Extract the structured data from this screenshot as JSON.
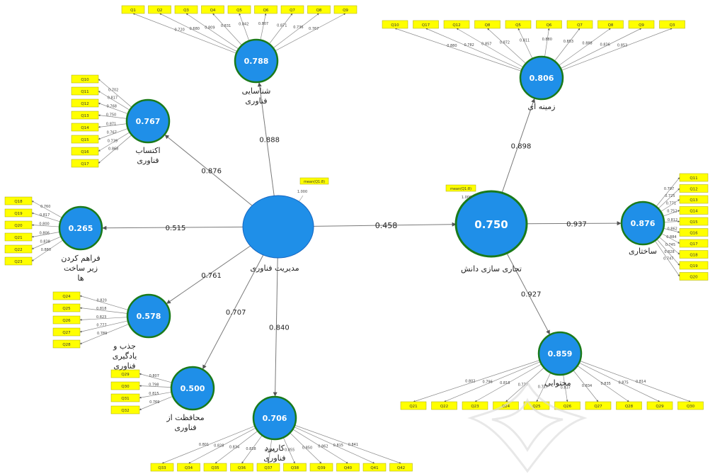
{
  "model": {
    "root_label": "مدیریت فناوری",
    "root_badge": "mean(Q1:8)",
    "root_badge_value": "1.000",
    "target": {
      "label": "تجاری سازی دانش",
      "r2": "0.750",
      "badge": "mean(Q1:8)",
      "badge_value": "1.000"
    },
    "path_to_target": "0.458"
  },
  "constructs": [
    {
      "id": "c_shenasaei",
      "label": [
        "شناسایی",
        "فناوری"
      ],
      "r2": "0.788",
      "path": "0.888",
      "parent": "root",
      "items": [
        "Q1",
        "Q2",
        "Q3",
        "Q4",
        "Q5",
        "Q6",
        "Q7",
        "Q8",
        "Q9"
      ],
      "loadings": [
        "0.720",
        "0.680",
        "0.809",
        "0.831",
        "0.842",
        "0.807",
        "0.871",
        "0.736",
        "0.767"
      ]
    },
    {
      "id": "c_ektesab",
      "label": [
        "اکتساب",
        "فناوری"
      ],
      "r2": "0.767",
      "path": "0.876",
      "parent": "root",
      "items": [
        "Q10",
        "Q11",
        "Q12",
        "Q13",
        "Q14",
        "Q15",
        "Q16",
        "Q17"
      ],
      "loadings": [
        "0.702",
        "0.817",
        "0.768",
        "0.750",
        "0.871",
        "0.767",
        "0.739",
        "0.868"
      ]
    },
    {
      "id": "c_faraham",
      "label": [
        "فراهم کردن",
        "زیر ساخت",
        "ها"
      ],
      "r2": "0.265",
      "path": "0.515",
      "parent": "root",
      "items": [
        "Q18",
        "Q19",
        "Q20",
        "Q21",
        "Q22",
        "Q23"
      ],
      "loadings": [
        "0.760",
        "0.817",
        "0.800",
        "0.806",
        "0.838",
        "0.880"
      ]
    },
    {
      "id": "c_jazb",
      "label": [
        "جذب و",
        "یادگیری",
        "فناوری"
      ],
      "r2": "0.578",
      "path": "0.761",
      "parent": "root",
      "items": [
        "Q24",
        "Q25",
        "Q26",
        "Q27",
        "Q28"
      ],
      "loadings": [
        "0.820",
        "0.818",
        "0.823",
        "0.777",
        "0.789"
      ]
    },
    {
      "id": "c_mohafezat",
      "label": [
        "محافظت از",
        "فناوری"
      ],
      "r2": "0.500",
      "path": "0.707",
      "parent": "root",
      "items": [
        "Q29",
        "Q30",
        "Q31",
        "Q32"
      ],
      "loadings": [
        "0.807",
        "0.798",
        "0.815",
        "0.769"
      ]
    },
    {
      "id": "c_karbord",
      "label": [
        "کاربرد",
        "فناوری"
      ],
      "r2": "0.706",
      "path": "0.840",
      "parent": "root",
      "items": [
        "Q33",
        "Q34",
        "Q35",
        "Q36",
        "Q37",
        "Q38",
        "Q39",
        "Q40",
        "Q41",
        "Q42"
      ],
      "loadings": [
        "0.801",
        "0.828",
        "0.834",
        "0.838",
        "0.859",
        "0.855",
        "0.850",
        "0.862",
        "0.815",
        "0.841"
      ]
    },
    {
      "id": "c_zamine",
      "label": [
        "زمینه ای"
      ],
      "r2": "0.806",
      "path": "0.898",
      "parent": "target",
      "items": [
        "Q10",
        "Q17",
        "Q12",
        "Q8",
        "Q5",
        "Q6",
        "Q7",
        "Q8",
        "Q9",
        "Q3"
      ],
      "loadings": [
        "0.880",
        "0.782",
        "0.857",
        "0.872",
        "0.811",
        "0.880",
        "0.853",
        "0.888",
        "0.836",
        "0.853"
      ]
    },
    {
      "id": "c_sakhtari",
      "label": [
        "ساختاری"
      ],
      "r2": "0.876",
      "path": "0.937",
      "parent": "target",
      "items": [
        "Q11",
        "Q12",
        "Q13",
        "Q14",
        "Q15",
        "Q16",
        "Q17",
        "Q18",
        "Q19",
        "Q20"
      ],
      "loadings": [
        "0.797",
        "0.725",
        "0.771",
        "0.752",
        "0.812",
        "0.862",
        "0.884",
        "0.745",
        "0.828",
        "0.747"
      ]
    },
    {
      "id": "c_mohtava",
      "label": [
        "محتوایی"
      ],
      "r2": "0.859",
      "path": "0.927",
      "parent": "target",
      "items": [
        "Q21",
        "Q22",
        "Q23",
        "Q24",
        "Q25",
        "Q26",
        "Q27",
        "Q28",
        "Q29",
        "Q30"
      ],
      "loadings": [
        "0.802",
        "0.796",
        "0.818",
        "0.777",
        "0.717",
        "0.837",
        "0.834",
        "0.835",
        "0.875",
        "0.814"
      ]
    }
  ],
  "colors": {
    "node_fill": "#1f8fe8",
    "node_ring": "#1a7a1a",
    "box_fill": "#ffff00",
    "box_stroke": "#a8a800",
    "line": "#7a7a7a",
    "text": "#222222"
  }
}
